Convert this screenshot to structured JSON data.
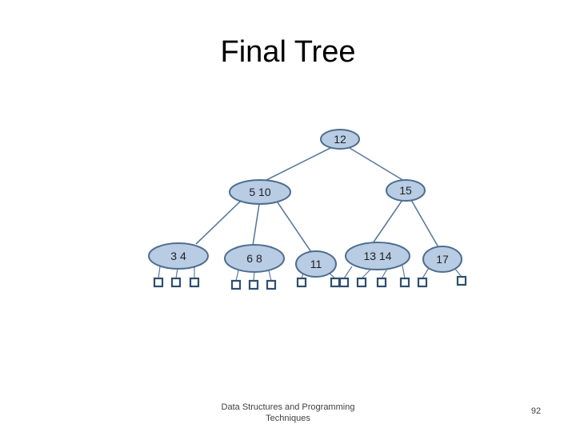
{
  "slide": {
    "title": "Final Tree",
    "footer": "Data Structures and Programming Techniques",
    "page_number": "92"
  },
  "tree": {
    "nodes": [
      {
        "id": "root",
        "label": "12"
      },
      {
        "id": "left-internal",
        "label": "5  10"
      },
      {
        "id": "right-internal",
        "label": "15"
      },
      {
        "id": "leaf-3-4",
        "label": "3   4"
      },
      {
        "id": "leaf-6-8",
        "label": "6   8"
      },
      {
        "id": "leaf-11",
        "label": "11"
      },
      {
        "id": "leaf-13-14",
        "label": "13    14"
      },
      {
        "id": "leaf-17",
        "label": "17"
      }
    ],
    "edges": [
      [
        "root",
        "left-internal"
      ],
      [
        "root",
        "right-internal"
      ],
      [
        "left-internal",
        "leaf-3-4"
      ],
      [
        "left-internal",
        "leaf-6-8"
      ],
      [
        "left-internal",
        "leaf-11"
      ],
      [
        "right-internal",
        "leaf-13-14"
      ],
      [
        "right-internal",
        "leaf-17"
      ]
    ],
    "colors": {
      "node_fill": "#b8cce4",
      "node_stroke": "#4f6d8f",
      "edge": "#5b7a9d",
      "empty_child": "#2f4f6f"
    }
  }
}
